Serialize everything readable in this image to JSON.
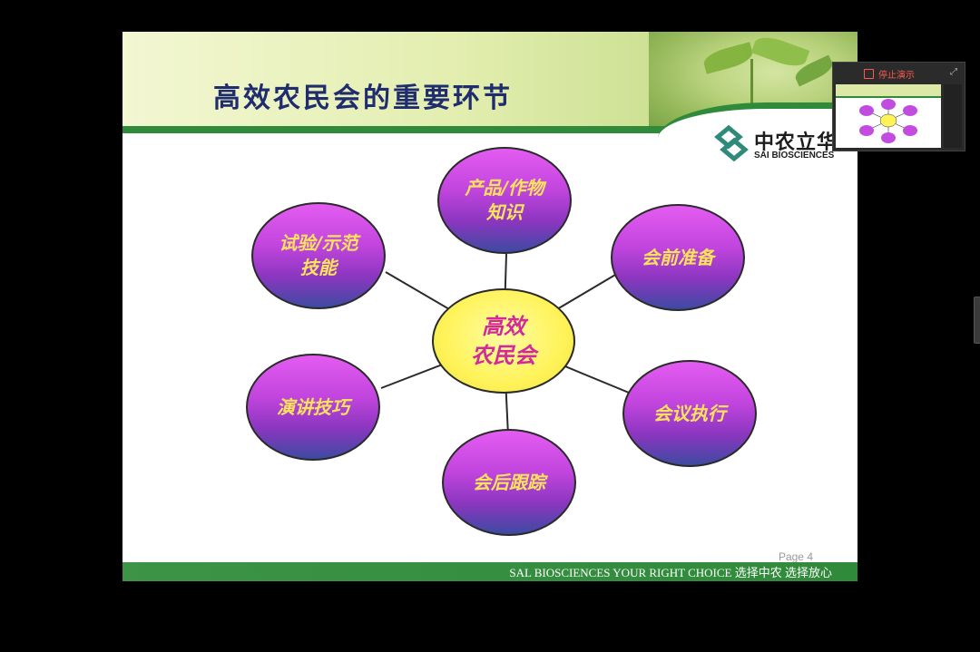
{
  "slide": {
    "title": "高效农民会的重要环节",
    "logo_cn": "中农立华",
    "logo_en": "SAI BIOSCIENCES",
    "page_number": "Page 4",
    "footer_text": "SAL BIOSCIENCES YOUR RIGHT CHOICE  选择中农 选择放心"
  },
  "diagram": {
    "center": "高效\n农民会",
    "nodes": {
      "product": "产品/作物\n知识",
      "prep": "会前准备",
      "exec": "会议执行",
      "followup": "会后跟踪",
      "speech": "演讲技巧",
      "trial": "试验/示范\n技能"
    }
  },
  "presenter": {
    "stop_label": "停止演示"
  },
  "colors": {
    "node_gradient_top": "#e45cf1",
    "node_gradient_bottom": "#3d4aa1",
    "node_text": "#ffe45a",
    "center_fill": "#fff35a",
    "center_text": "#d12a9b",
    "title": "#1f2c6e",
    "brand_green": "#2f8a3a"
  }
}
